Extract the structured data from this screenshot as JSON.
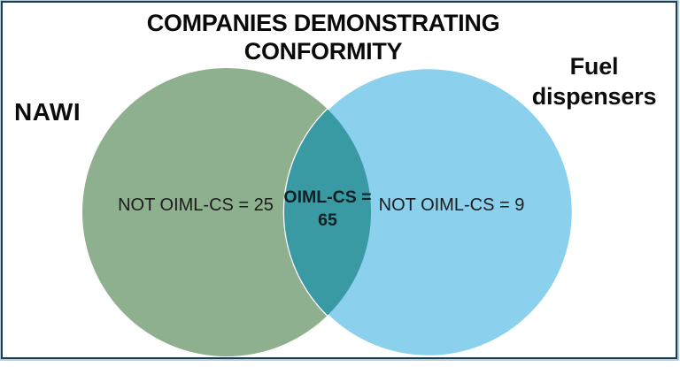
{
  "title": "COMPANIES DEMONSTRATING CONFORMITY",
  "labels": {
    "left_set": "NAWI",
    "right_set": "Fuel dispensers"
  },
  "venn": {
    "left": {
      "text": "NOT OIML-CS = 25",
      "color": "#8FB08F"
    },
    "intersection": {
      "text_line1": "OIML-CS =",
      "text_line2": "65",
      "color": "#3A9AA3",
      "outline": "#FFFFFF"
    },
    "right": {
      "text": "NOT OIML-CS = 9",
      "color": "#8BD0EC"
    }
  },
  "frame": {
    "border_color": "#1E3D4C",
    "outer_line_color": "#B6CDDB"
  },
  "chart_data": {
    "type": "venn",
    "title": "COMPANIES DEMONSTRATING CONFORMITY",
    "sets": [
      {
        "name": "NAWI",
        "region_label": "NOT OIML-CS = 25",
        "not_oiml_cs_count": 25
      },
      {
        "name": "Fuel dispensers",
        "region_label": "NOT OIML-CS = 9",
        "not_oiml_cs_count": 9
      }
    ],
    "intersection": {
      "region_label": "OIML-CS = 65",
      "oiml_cs_count": 65
    },
    "colors": {
      "left_circle": "#8FB08F",
      "right_circle": "#8BD0EC",
      "overlap": "#3A9AA3"
    }
  }
}
